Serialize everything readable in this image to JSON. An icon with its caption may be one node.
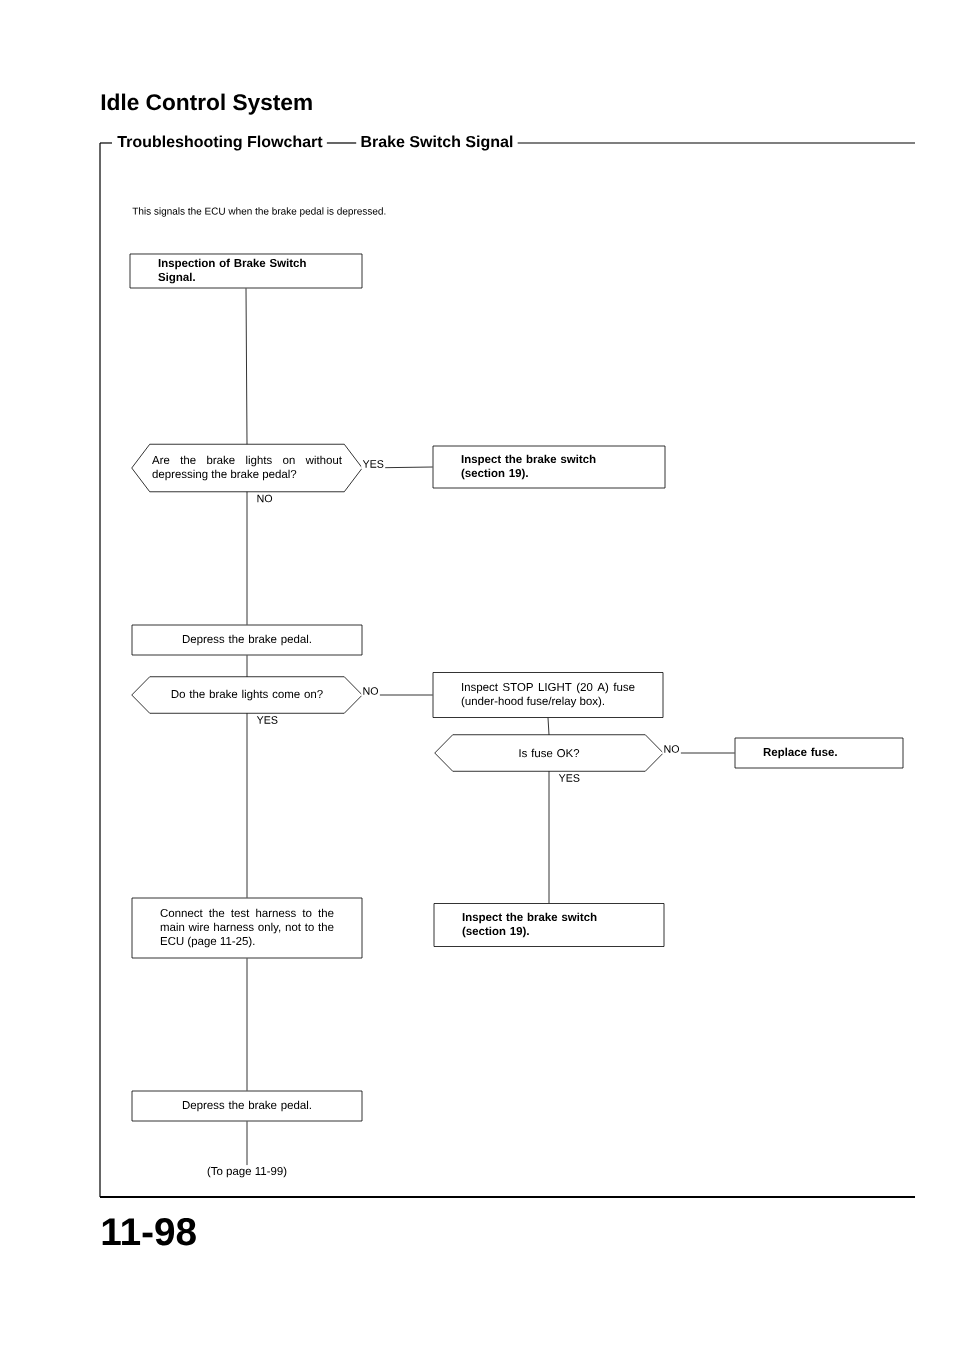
{
  "diagram": {
    "title": "Idle Control System",
    "nodes": [
      {
        "text": [
          "Inspection of Brake Switch Signal."
        ]
      },
      {
        "text": [
          "Are the brake lights on without depressing the brake pedal?"
        ]
      },
      {
        "text": [
          "Inspect the brake switch (section 19)."
        ]
      },
      {
        "text": [
          "Depress the brake pedal."
        ]
      },
      {
        "text": [
          "Do the brake lights come on?"
        ]
      },
      {
        "text": [
          "Inspect STOP LIGHT (20 A) fuse (under-hood fuse/relay box)."
        ]
      },
      {
        "text": [
          "Is fuse OK?"
        ]
      },
      {
        "text": [
          "Replace fuse."
        ]
      },
      {
        "text": [
          "Connect the test harness to the main wire harness only, not to the ECU (page 11-25)."
        ]
      },
      {
        "text": [
          "Inspect the brake switch (section 19)."
        ]
      },
      {
        "text": [
          "Depress the brake pedal."
        ]
      },
      {
        "text": [
          "(To page 11-99)"
        ]
      }
    ],
    "edges": [
      {
        "from": 0,
        "to": 1,
        "arrow": "none"
      },
      {
        "from": 1,
        "to": 2,
        "arrow": "none",
        "label": "YES"
      },
      {
        "from": 1,
        "to": 3,
        "arrow": "none",
        "label": "NO"
      },
      {
        "from": 3,
        "to": 4,
        "arrow": "none"
      },
      {
        "from": 4,
        "to": 5,
        "arrow": "none",
        "label": "NO"
      },
      {
        "from": 4,
        "to": 8,
        "arrow": "none",
        "label": "YES"
      },
      {
        "from": 5,
        "to": 6,
        "arrow": "none"
      },
      {
        "from": 6,
        "to": 7,
        "arrow": "none",
        "label": "NO"
      },
      {
        "from": 6,
        "to": 9,
        "arrow": "none",
        "label": "YES"
      },
      {
        "from": 8,
        "to": 10,
        "arrow": "none"
      },
      {
        "from": 10,
        "to": 11,
        "arrow": "none"
      }
    ],
    "labels": [
      "Troubleshooting Flowchart",
      "Brake Switch Signal",
      "This signals the ECU when the brake pedal is depressed.",
      "11-98"
    ]
  }
}
